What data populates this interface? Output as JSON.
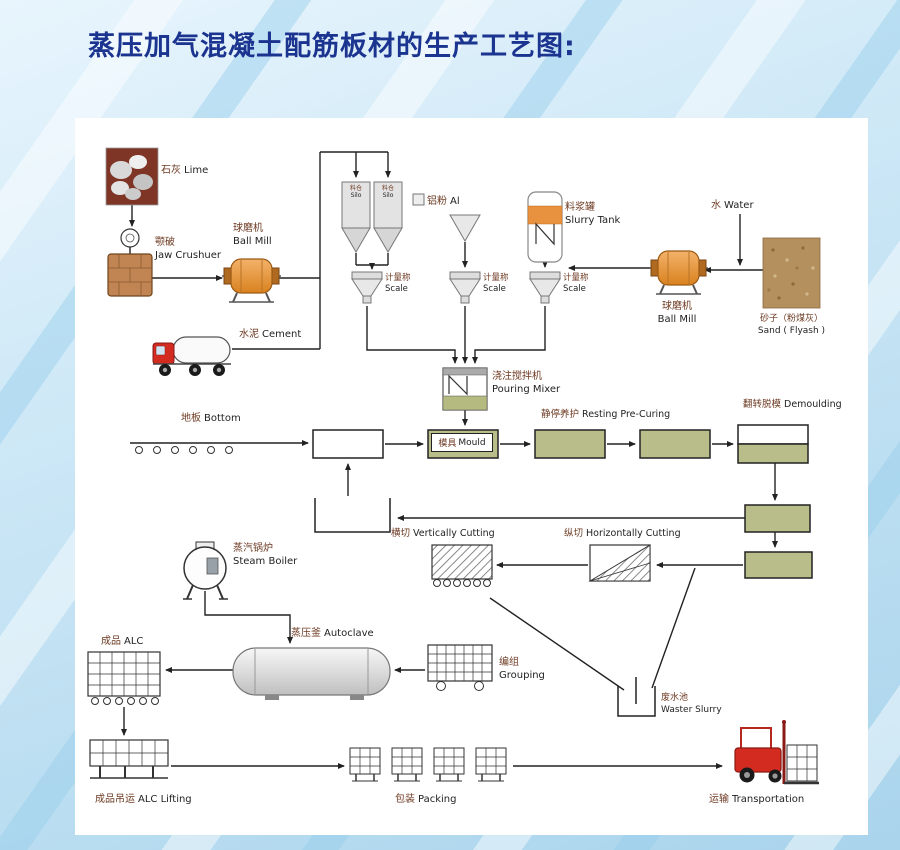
{
  "title": "蒸压加气混凝土配筋板材的生产工艺图:",
  "colors": {
    "title_blue": "#1b3490",
    "machine_orange": "#e09a4a",
    "process_box_green": "#b8bd8a",
    "vehicle_red": "#d42b20",
    "slurry_tank_orange": "#e8913f",
    "background_blue": "#cce7f6",
    "panel_white": "#ffffff",
    "line_black": "#222222"
  },
  "labels": {
    "lime": {
      "cn": "石灰",
      "en": "Lime"
    },
    "jaw_crusher": {
      "cn": "颚破",
      "en": "Jaw Crushuer"
    },
    "ball_mill_1": {
      "cn": "球磨机",
      "en": "Ball Mill"
    },
    "cement": {
      "cn": "水泥",
      "en": "Cement"
    },
    "silo": {
      "cn": "料仓",
      "en": "Silo"
    },
    "scale": {
      "cn": "计量称",
      "en": "Scale"
    },
    "aluminum": {
      "cn": "铝粉",
      "en": "Al"
    },
    "slurry_tank": {
      "cn": "料浆罐",
      "en": "Slurry Tank"
    },
    "water": {
      "cn": "水",
      "en": "Water"
    },
    "ball_mill_2": {
      "cn": "球磨机",
      "en": "Ball Mill"
    },
    "sand": {
      "cn": "砂子（粉煤灰）",
      "en": "Sand ( Flyash )"
    },
    "pouring_mixer": {
      "cn": "浇注搅拌机",
      "en": "Pouring Mixer"
    },
    "bottom_plate": {
      "cn": "地板",
      "en": "Bottom"
    },
    "mould": {
      "cn": "模具",
      "en": "Mould"
    },
    "resting": {
      "cn": "静停养护",
      "en": "Resting Pre-Curing"
    },
    "demoulding": {
      "cn": "翻转脱模",
      "en": "Demoulding"
    },
    "vertical_cutting": {
      "cn": "横切",
      "en": "Vertically Cutting"
    },
    "horizontal_cutting": {
      "cn": "纵切",
      "en": "Horizontally Cutting"
    },
    "steam_boiler": {
      "cn": "蒸汽锅炉",
      "en": "Steam Boiler"
    },
    "autoclave": {
      "cn": "蒸压釜",
      "en": "Autoclave"
    },
    "finished_alc": {
      "cn": "成品",
      "en": "ALC"
    },
    "grouping": {
      "cn": "编组",
      "en": "Grouping"
    },
    "waste_slurry": {
      "cn": "废水池",
      "en": "Waster Slurry"
    },
    "alc_lifting": {
      "cn": "成品吊运",
      "en": "ALC Lifting"
    },
    "packing": {
      "cn": "包装",
      "en": "Packing"
    },
    "transportation": {
      "cn": "运输",
      "en": "Transportation"
    }
  }
}
